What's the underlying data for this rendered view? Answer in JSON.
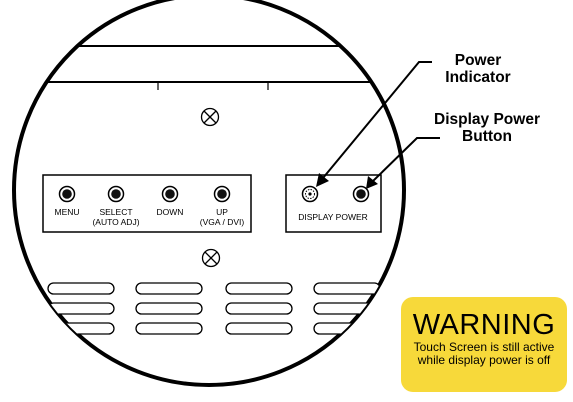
{
  "callouts": {
    "power_indicator": [
      "Power",
      "Indicator"
    ],
    "display_power_button": [
      "Display Power",
      "Button"
    ]
  },
  "control_panel": {
    "buttons": [
      {
        "label": "MENU",
        "sublabel": ""
      },
      {
        "label": "SELECT",
        "sublabel": "(AUTO ADJ)"
      },
      {
        "label": "DOWN",
        "sublabel": ""
      },
      {
        "label": "UP",
        "sublabel": "(VGA / DVI)"
      }
    ]
  },
  "power_panel": {
    "label": "DISPLAY POWER"
  },
  "warning": {
    "title": "WARNING",
    "text": "Touch Screen is still active while display power is off"
  },
  "colors": {
    "warning_bg": "#f7d93a",
    "line": "#000000"
  },
  "icons": {
    "screw": "screw-x-icon",
    "indicator": "indicator-light-icon",
    "button": "round-push-button-icon"
  }
}
